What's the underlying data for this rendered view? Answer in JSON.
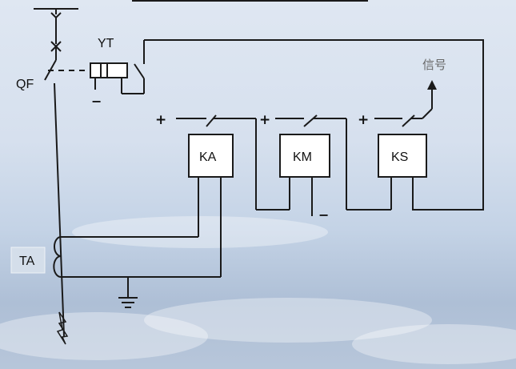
{
  "labels": {
    "qf": "QF",
    "yt": "YT",
    "ta": "TA",
    "ka": "KA",
    "km": "KM",
    "ks": "KS",
    "signal": "信号",
    "plus": "+",
    "minus": "−"
  },
  "colors": {
    "wire": "#1a1a1a",
    "background_top": "#dfe7f2",
    "background_bottom": "#aebfd6",
    "signal_text": "#666666"
  }
}
